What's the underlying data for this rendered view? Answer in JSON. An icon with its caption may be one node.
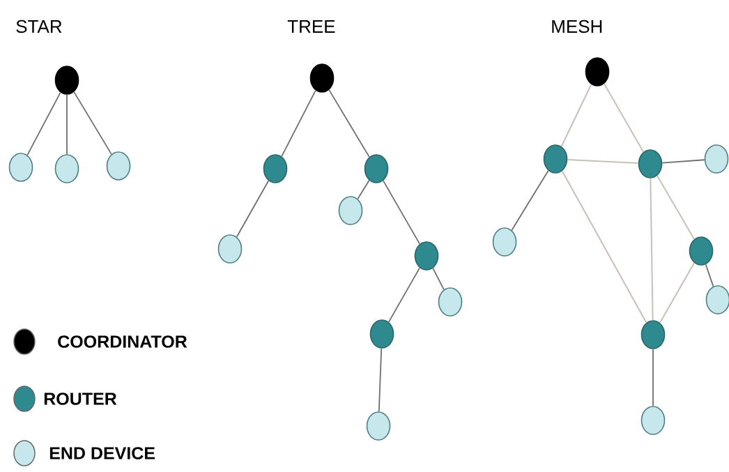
{
  "diagram": {
    "nodes": [
      {
        "text": [],
        "shape": "circle"
      },
      {
        "text": [],
        "shape": "circle"
      },
      {
        "text": [],
        "shape": "circle"
      },
      {
        "text": [],
        "shape": "circle"
      },
      {
        "text": [],
        "shape": "circle"
      },
      {
        "text": [],
        "shape": "circle"
      },
      {
        "text": [],
        "shape": "circle"
      },
      {
        "text": [],
        "shape": "circle"
      },
      {
        "text": [],
        "shape": "circle"
      },
      {
        "text": [],
        "shape": "circle"
      },
      {
        "text": [],
        "shape": "circle"
      },
      {
        "text": [],
        "shape": "circle"
      },
      {
        "text": [],
        "shape": "circle"
      },
      {
        "text": [],
        "shape": "circle"
      },
      {
        "text": [],
        "shape": "circle"
      },
      {
        "text": [],
        "shape": "circle"
      },
      {
        "text": [],
        "shape": "circle"
      },
      {
        "text": [],
        "shape": "circle"
      },
      {
        "text": [],
        "shape": "circle"
      },
      {
        "text": [],
        "shape": "circle"
      },
      {
        "text": [],
        "shape": "circle"
      },
      {
        "text": [],
        "shape": "circle"
      }
    ],
    "edges": [
      {
        "from": 0,
        "to": 1,
        "arrow": "none"
      },
      {
        "from": 0,
        "to": 2,
        "arrow": "none"
      },
      {
        "from": 0,
        "to": 3,
        "arrow": "none"
      },
      {
        "from": 4,
        "to": 5,
        "arrow": "none"
      },
      {
        "from": 4,
        "to": 6,
        "arrow": "none"
      },
      {
        "from": 5,
        "to": 8,
        "arrow": "none"
      },
      {
        "from": 6,
        "to": 7,
        "arrow": "none"
      },
      {
        "from": 6,
        "to": 9,
        "arrow": "none"
      },
      {
        "from": 9,
        "to": 10,
        "arrow": "none"
      },
      {
        "from": 9,
        "to": 11,
        "arrow": "none"
      },
      {
        "from": 11,
        "to": 12,
        "arrow": "none"
      },
      {
        "from": 13,
        "to": 14,
        "arrow": "none",
        "color": "#c8c0b4"
      },
      {
        "from": 13,
        "to": 15,
        "arrow": "none",
        "color": "#c8c0b4"
      },
      {
        "from": 14,
        "to": 15,
        "arrow": "none",
        "color": "#c8c0b4"
      },
      {
        "from": 15,
        "to": 16,
        "arrow": "none"
      },
      {
        "from": 14,
        "to": 17,
        "arrow": "none"
      },
      {
        "from": 14,
        "to": 20,
        "arrow": "none",
        "color": "#c8c0b4"
      },
      {
        "from": 15,
        "to": 20,
        "arrow": "none",
        "color": "#c8c0b4"
      },
      {
        "from": 15,
        "to": 18,
        "arrow": "none",
        "color": "#c8c0b4"
      },
      {
        "from": 18,
        "to": 19,
        "arrow": "none"
      },
      {
        "from": 18,
        "to": 20,
        "arrow": "none",
        "color": "#c8c0b4"
      },
      {
        "from": 20,
        "to": 21,
        "arrow": "none"
      }
    ],
    "labels": [
      "STAR",
      "TREE",
      "MESH"
    ],
    "legend": [
      {
        "text": "COORDINATOR",
        "color": "#000000"
      },
      {
        "text": "ROUTER",
        "color": "#2e8a8e"
      },
      {
        "text": "END DEVICE",
        "color": "#c6e8ec"
      }
    ]
  }
}
